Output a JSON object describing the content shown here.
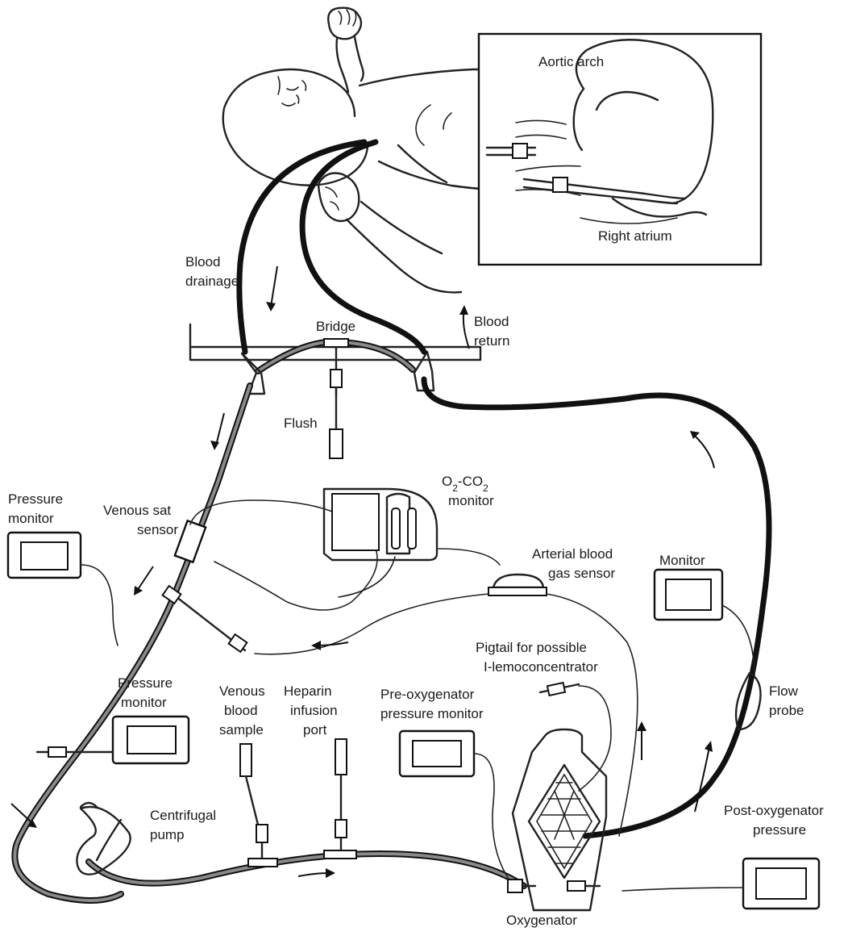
{
  "labels": {
    "aortic_arch": "Aortic arch",
    "right_atrium": "Right atrium",
    "blood_drainage_1": "Blood",
    "blood_drainage_2": "drainage",
    "bridge": "Bridge",
    "blood_return_1": "Blood",
    "blood_return_2": "return",
    "flush": "Flush",
    "pressure_monitor_top_1": "Pressure",
    "pressure_monitor_top_2": "monitor",
    "venous_sat_1": "Venous sat",
    "venous_sat_2": "sensor",
    "o2co2_monitor": "monitor",
    "arterial_gas_1": "Arterial blood",
    "arterial_gas_2": "gas sensor",
    "monitor": "Monitor",
    "pigtail_1": "Pigtail for possible",
    "pigtail_2": "I-lemoconcentrator",
    "flow_probe_1": "Flow",
    "flow_probe_2": "probe",
    "pressure_monitor_mid_1": "Pressure",
    "pressure_monitor_mid_2": "monitor",
    "venous_sample_1": "Venous",
    "venous_sample_2": "blood",
    "venous_sample_3": "sample",
    "heparin_1": "Heparin",
    "heparin_2": "infusion",
    "heparin_3": "port",
    "pre_oxy_1": "Pre-oxygenator",
    "pre_oxy_2": "pressure monitor",
    "centrifugal_1": "Centrifugal",
    "centrifugal_2": "pump",
    "post_oxy_1": "Post-oxygenator",
    "post_oxy_2": "pressure",
    "oxygenator": "Oxygenator"
  },
  "o2co2": {
    "o": "O",
    "sub2a": "2",
    "dash_co": "-CO",
    "sub2b": "2"
  }
}
